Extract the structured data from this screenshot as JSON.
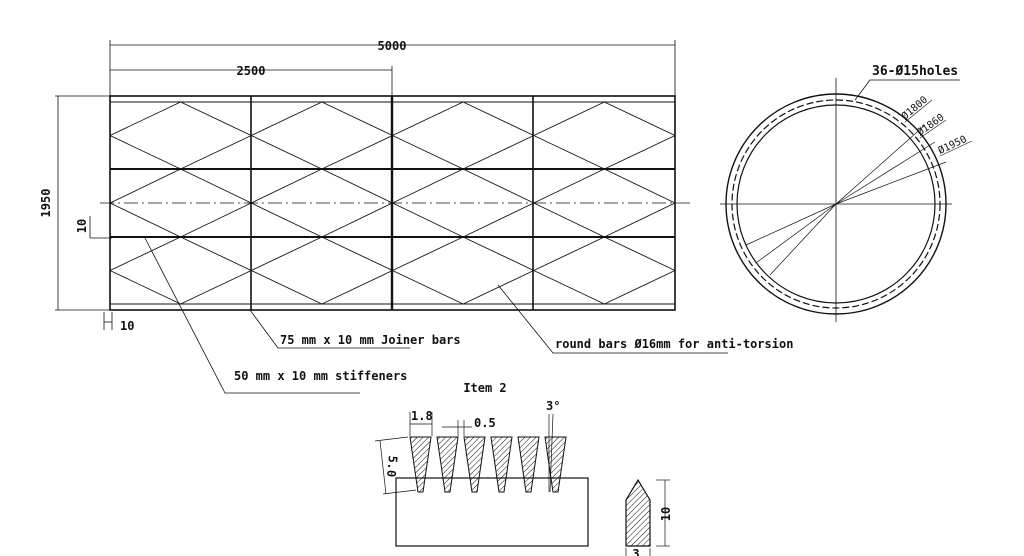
{
  "dimensions": {
    "overall_length": "5000",
    "panel_length": "2500",
    "height": "1950",
    "offset_side": "10",
    "offset_bottom": "10"
  },
  "annotations": {
    "joiner_bars": "75 mm x 10 mm Joiner bars",
    "stiffeners": "50 mm x 10 mm stiffeners",
    "round_bars": "round bars Ø16mm for anti-torsion"
  },
  "circle_view": {
    "holes": "36-Ø15holes",
    "d1": "Ø1800",
    "d2": "Ø1860",
    "d3": "Ø1950"
  },
  "detail": {
    "title": "Item 2",
    "tooth_width": "1.8",
    "gap": "0.5",
    "angle": "3°",
    "tooth_depth": "5.0",
    "bar_height": "10",
    "bar_width": "3"
  }
}
